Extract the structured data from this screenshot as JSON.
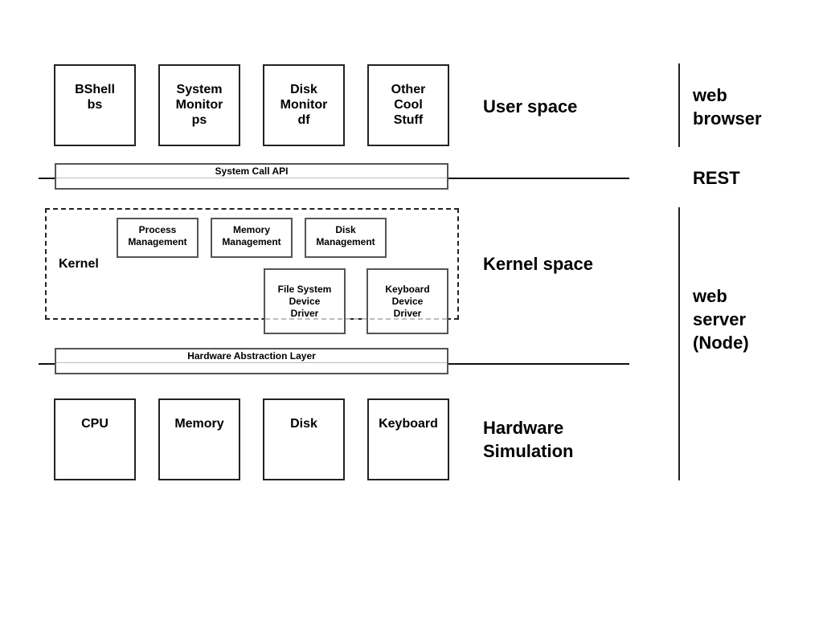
{
  "user_boxes": [
    {
      "lines": [
        "BShell",
        "bs"
      ]
    },
    {
      "lines": [
        "System",
        "Monitor",
        "ps"
      ]
    },
    {
      "lines": [
        "Disk",
        "Monitor",
        "df"
      ]
    },
    {
      "lines": [
        "Other",
        "Cool",
        "Stuff"
      ]
    }
  ],
  "system_call_api": "System Call API",
  "kernel": {
    "label": "Kernel",
    "managers": [
      {
        "lines": [
          "Process",
          "Management"
        ]
      },
      {
        "lines": [
          "Memory",
          "Management"
        ]
      },
      {
        "lines": [
          "Disk",
          "Management"
        ]
      }
    ],
    "drivers": [
      {
        "lines": [
          "File System",
          "Device",
          "Driver"
        ]
      },
      {
        "lines": [
          "Keyboard",
          "Device",
          "Driver"
        ]
      }
    ]
  },
  "hardware_abstraction_layer": "Hardware Abstraction Layer",
  "hardware_boxes": [
    {
      "lines": [
        "CPU"
      ]
    },
    {
      "lines": [
        "Memory"
      ]
    },
    {
      "lines": [
        "Disk"
      ]
    },
    {
      "lines": [
        "Keyboard"
      ]
    }
  ],
  "layer_labels": {
    "user_space": "User space",
    "kernel_space": "Kernel space",
    "hardware_simulation": [
      "Hardware",
      "Simulation"
    ]
  },
  "tech_labels": {
    "web_browser": [
      "web",
      "browser"
    ],
    "rest": "REST",
    "web_server": [
      "web",
      "server",
      "(Node)"
    ]
  }
}
